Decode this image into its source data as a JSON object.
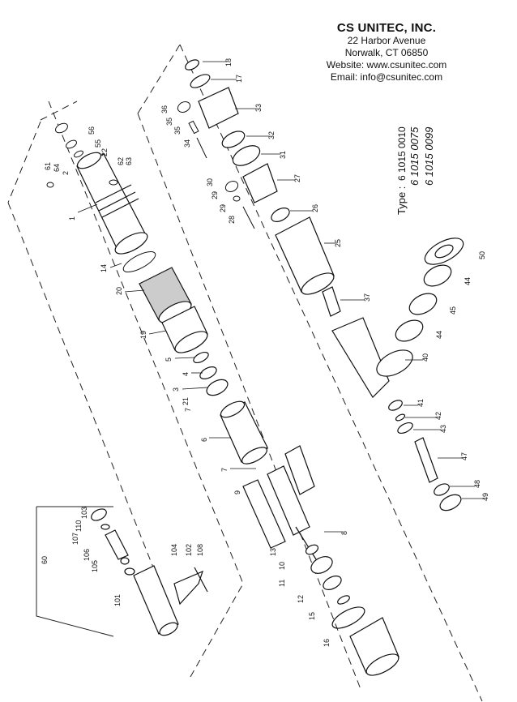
{
  "header": {
    "company": "CS UNITEC, INC.",
    "address1": "22 Harbor Avenue",
    "address2": "Norwalk, CT 06850",
    "website": "Website: www.csunitec.com",
    "email": "Email: info@csunitec.com"
  },
  "type_label": "Type :",
  "type_numbers": [
    "6 1015 0010",
    "6 1015 0075",
    "6 1015 0099"
  ],
  "part_numbers": {
    "p1": "1",
    "p2": "2",
    "p3": "3",
    "p4": "4",
    "p5": "5",
    "p6": "6",
    "p7a": "7",
    "p7b": "7",
    "p8": "8",
    "p9": "9",
    "p10": "10",
    "p11": "11",
    "p12": "12",
    "p13": "13",
    "p14": "14",
    "p15": "15",
    "p16": "16",
    "p17": "17",
    "p18": "18",
    "p19": "19",
    "p20": "20",
    "p21": "21",
    "p22": "22",
    "p25": "25",
    "p26": "26",
    "p27": "27",
    "p28": "28",
    "p29a": "29",
    "p29b": "29",
    "p30": "30",
    "p31": "31",
    "p32": "32",
    "p33": "33",
    "p34": "34",
    "p35a": "35",
    "p35b": "35",
    "p36": "36",
    "p37": "37",
    "p40": "40",
    "p41": "41",
    "p42": "42",
    "p43": "43",
    "p44a": "44",
    "p44b": "44",
    "p45": "45",
    "p47": "47",
    "p48": "48",
    "p49": "49",
    "p50": "50",
    "p55": "55",
    "p56": "56",
    "p60": "60",
    "p61": "61",
    "p62": "62",
    "p63": "63",
    "p64": "64",
    "p101": "101",
    "p102": "102",
    "p103": "103",
    "p104": "104",
    "p105": "105",
    "p106": "106",
    "p107": "107",
    "p108": "108",
    "p110": "110"
  }
}
